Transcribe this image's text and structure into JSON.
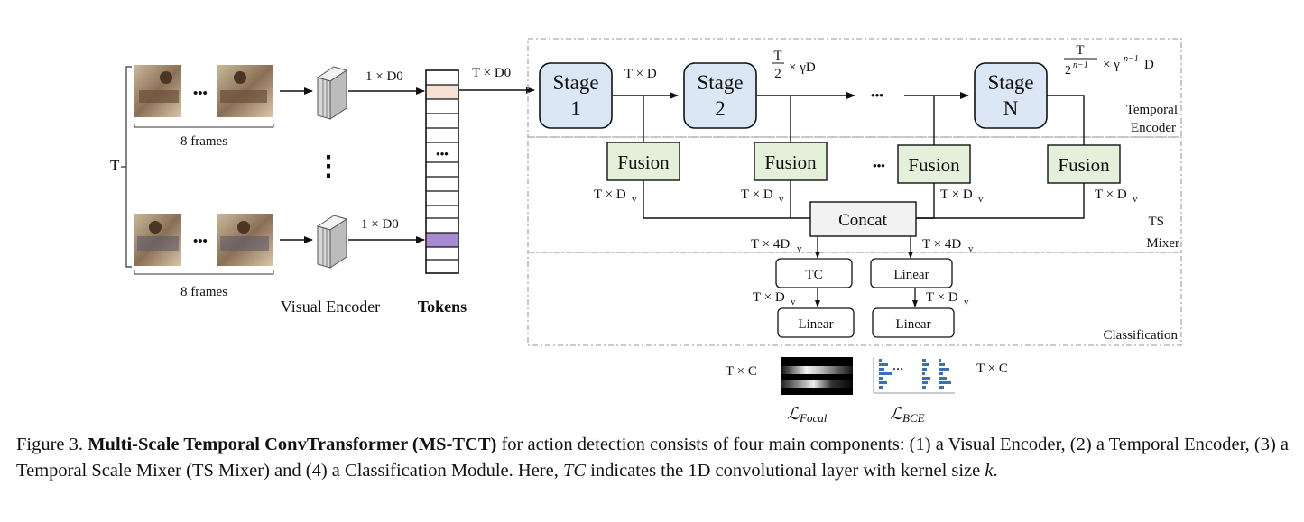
{
  "diagram": {
    "T_label": "T",
    "frames_label": "8 frames",
    "dots": "•••",
    "vdots": "⋮",
    "encoder_out_label": "1 × D0",
    "visual_encoder_label": "Visual Encoder",
    "tokens_label": "Tokens",
    "tokens_dots": "•••",
    "tokens_out_label": "T × D0",
    "stages": [
      {
        "title": "Stage",
        "index": "1"
      },
      {
        "title": "Stage",
        "index": "2"
      },
      {
        "title": "Stage",
        "index": "N"
      }
    ],
    "stage_out_labels": [
      "T × D",
      "T/2 × γD",
      "T/2^(n−1) × γ^(n−1) D"
    ],
    "stage_dots": "•••",
    "fusion_label": "Fusion",
    "fusion_dots": "•••",
    "fusion_out_label": "T × Dv",
    "concat_label": "Concat",
    "concat_out_label": "T × 4Dv",
    "tc_label": "TC",
    "linear_label": "Linear",
    "tc_out_label": "T × Dv",
    "section_temporal": [
      "Temporal",
      "Encoder"
    ],
    "section_ts": [
      "TS",
      "Mixer"
    ],
    "section_classification": "Classification",
    "output_label": "T × C",
    "loss_focal": "ℒFocal",
    "loss_bce": "ℒBCE",
    "colors": {
      "stage_fill": "#dbe7f5",
      "fusion_fill": "#e4f0da",
      "token_highlight_1": "#f5e2d4",
      "token_highlight_2": "#a98bd4",
      "bar_blue": "#3d6fb6"
    },
    "icons": [
      "video-frame-thumbnail",
      "visual-encoder-block-icon",
      "output-heatmap",
      "output-bar-chart"
    ]
  },
  "caption": {
    "figure_no": "Figure 3.",
    "bold_title": "Multi-Scale Temporal ConvTransformer (MS-TCT)",
    "text_1": "for action detection consists of four main components: (1) a Visual Encoder, (2) a Temporal Encoder, (3) a Temporal Scale Mixer (TS Mixer) and (4) a Classification Module. Here,",
    "tc_italic": "TC",
    "text_2": "indicates the 1D convolutional layer with kernel size",
    "k_italic": "k",
    "end": "."
  }
}
